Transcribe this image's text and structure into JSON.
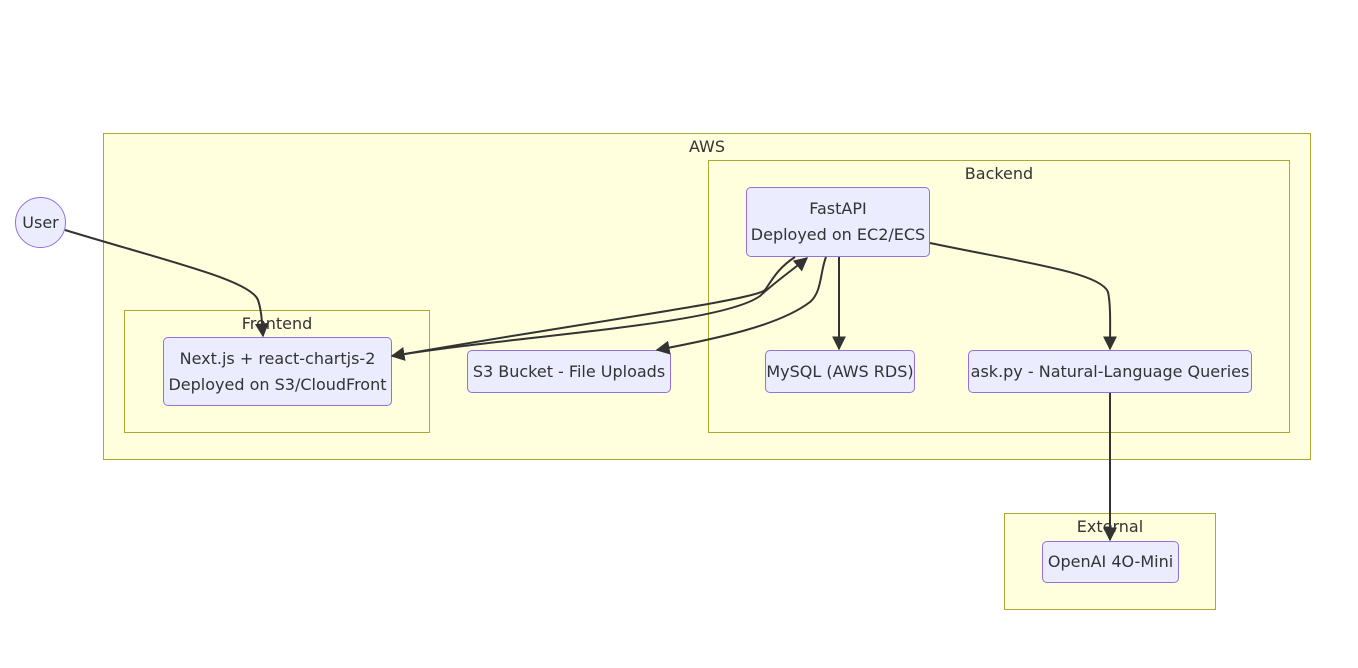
{
  "clusters": {
    "aws": "AWS",
    "backend": "Backend",
    "frontend": "Frontend",
    "external": "External"
  },
  "nodes": {
    "user": "User",
    "nextjs": {
      "line1": "Next.js + react-chartjs-2",
      "line2": "Deployed on S3/CloudFront"
    },
    "s3": "S3 Bucket - File Uploads",
    "fastapi": {
      "line1": "FastAPI",
      "line2": "Deployed on EC2/ECS"
    },
    "mysql": "MySQL (AWS RDS)",
    "askpy": "ask.py - Natural-Language Queries",
    "openai": "OpenAI 4O-Mini"
  },
  "colors": {
    "cluster_fill": "#ffffde",
    "cluster_border": "#aaaa33",
    "node_fill": "#ececff",
    "node_border": "#9370db",
    "edge": "#333333"
  }
}
